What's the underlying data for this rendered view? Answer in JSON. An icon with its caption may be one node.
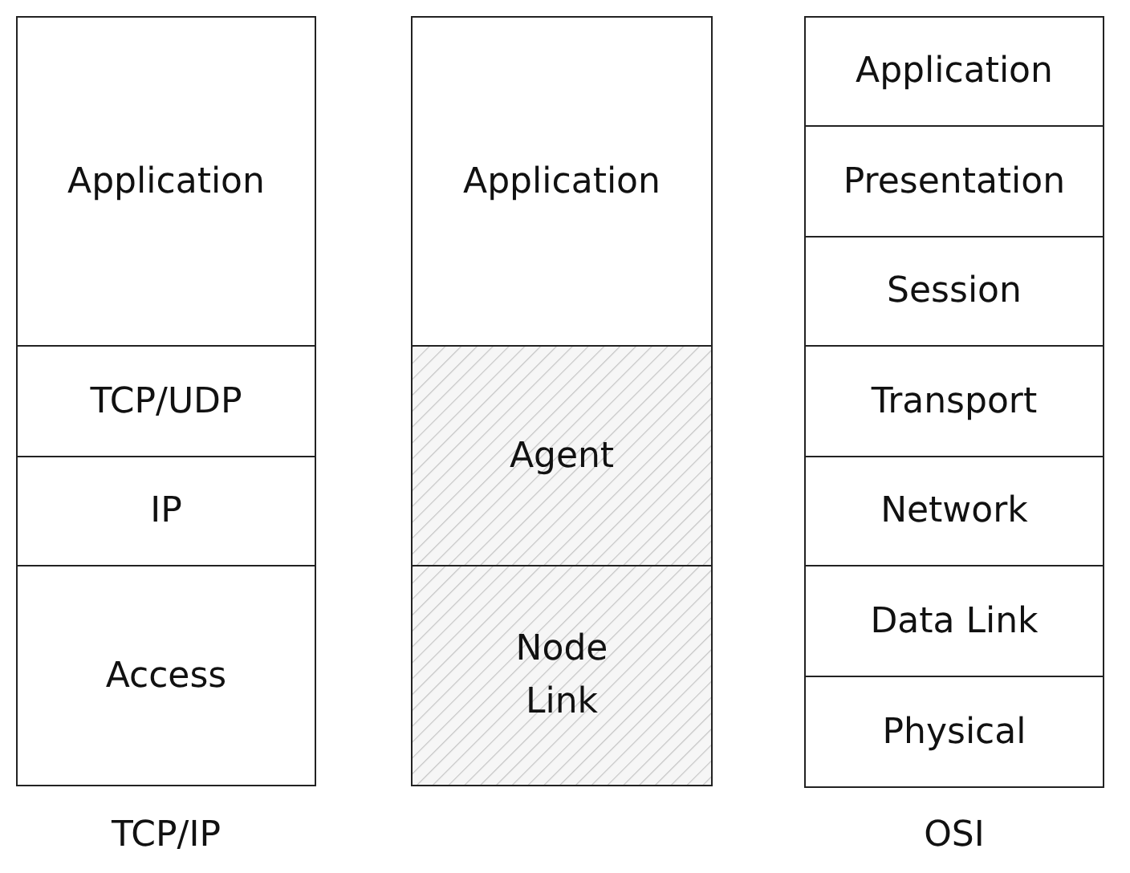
{
  "diagram": {
    "nodes": [
      {
        "text": [
          "Application"
        ]
      },
      {
        "text": [
          "TCP/UDP"
        ]
      },
      {
        "text": [
          "IP"
        ]
      },
      {
        "text": [
          "Access"
        ]
      },
      {
        "text": [
          "Application"
        ]
      },
      {
        "text": [
          "Agent"
        ]
      },
      {
        "text": [
          "Node Link"
        ]
      },
      {
        "text": [
          "Application"
        ]
      },
      {
        "text": [
          "Presentation"
        ]
      },
      {
        "text": [
          "Session"
        ]
      },
      {
        "text": [
          "Transport"
        ]
      },
      {
        "text": [
          "Network"
        ]
      },
      {
        "text": [
          "Data Link"
        ]
      },
      {
        "text": [
          "Physical"
        ]
      }
    ],
    "edges": [],
    "labels": [
      "TCP/IP",
      "OSI"
    ]
  }
}
